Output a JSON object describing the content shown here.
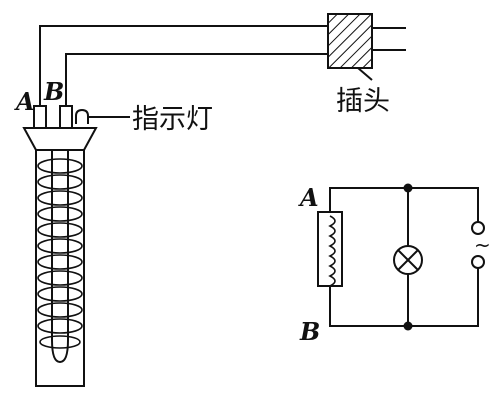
{
  "labels": {
    "terminal_a": "A",
    "terminal_b": "B",
    "indicator_light": "指示灯",
    "plug": "插头",
    "circuit_a": "A",
    "circuit_b": "B",
    "ac_source": "~"
  },
  "colors": {
    "stroke": "#111111",
    "background": "#ffffff"
  },
  "icons": {
    "plug": "hatched-plug-icon",
    "lamp": "lamp-icon",
    "coil": "coil-icon",
    "ac_source": "ac-source-icon"
  }
}
